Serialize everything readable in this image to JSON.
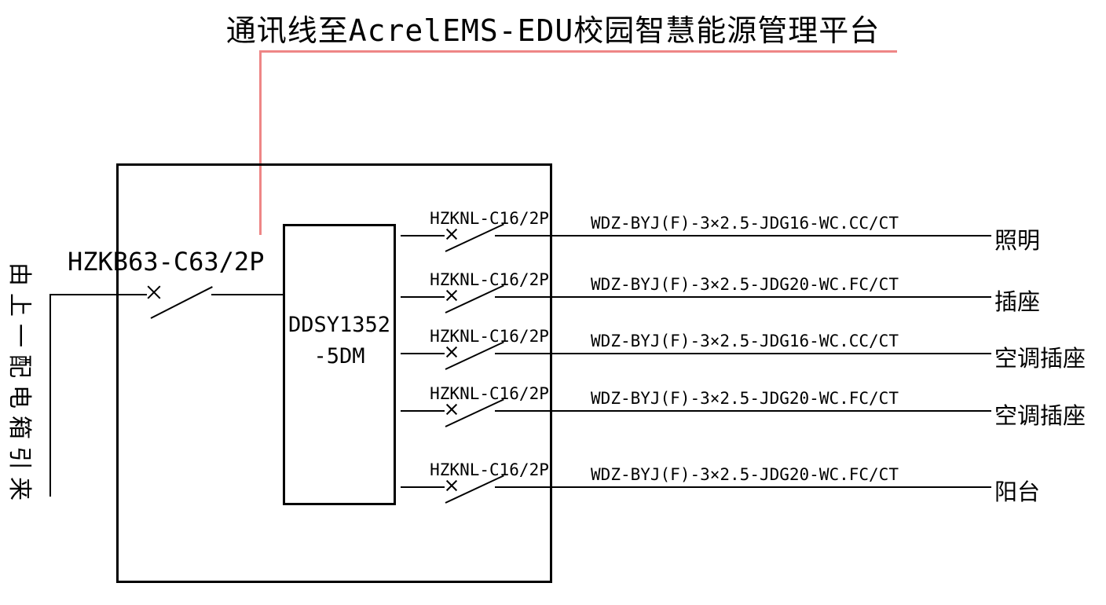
{
  "title": "通讯线至AcrelEMS-EDU校园智慧能源管理平台",
  "incoming": {
    "source_label": "由上一配电箱引来",
    "main_breaker": "HZKB63-C63/2P"
  },
  "meter": {
    "line1": "DDSY1352",
    "line2": "-5DM"
  },
  "circuits": [
    {
      "breaker": "HZKNL-C16/2P",
      "cable": "WDZ-BYJ(F)-3×2.5-JDG16-WC.CC/CT",
      "load": "照明"
    },
    {
      "breaker": "HZKNL-C16/2P",
      "cable": "WDZ-BYJ(F)-3×2.5-JDG20-WC.FC/CT",
      "load": "插座"
    },
    {
      "breaker": "HZKNL-C16/2P",
      "cable": "WDZ-BYJ(F)-3×2.5-JDG16-WC.CC/CT",
      "load": "空调插座"
    },
    {
      "breaker": "HZKNL-C16/2P",
      "cable": "WDZ-BYJ(F)-3×2.5-JDG20-WC.FC/CT",
      "load": "空调插座"
    },
    {
      "breaker": "HZKNL-C16/2P",
      "cable": "WDZ-BYJ(F)-3×2.5-JDG20-WC.FC/CT",
      "load": "阳台"
    }
  ],
  "colors": {
    "line": "#000000",
    "comm_line": "#ee8686",
    "background": "#ffffff"
  }
}
